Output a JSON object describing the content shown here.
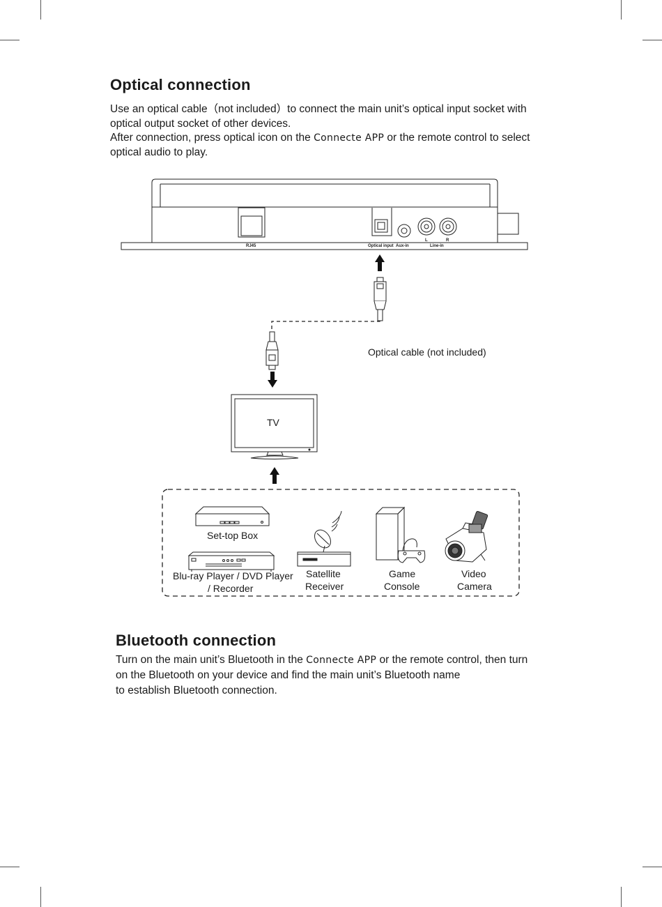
{
  "optical": {
    "title": "Optical connection",
    "p1_before": "Use an optical cable（not included）to connect the main unit’s optical input socket with",
    "p1_after": "optical output socket of other devices.",
    "p2_before": "After connection, press optical icon on the",
    "app_name": "Connecte APP",
    "p2_after": "or the remote control to select",
    "p2_end": "optical audio to play."
  },
  "diagram": {
    "ports": {
      "rj45": "RJ45",
      "optical_input": "Optical input",
      "aux_in": "Aux-in",
      "left": "L",
      "right": "R",
      "line_in": "Line-in"
    },
    "cable_label": "Optical cable (not included)",
    "tv_label": "TV",
    "devices": {
      "settop": "Set-top Box",
      "bluray_line1": "Blu-ray Player / DVD Player",
      "bluray_line2": "/ Recorder",
      "satellite_line1": "Satellite",
      "satellite_line2": "Receiver",
      "game_line1": "Game",
      "game_line2": "Console",
      "camera_line1": "Video",
      "camera_line2": "Camera"
    }
  },
  "bluetooth": {
    "title": "Bluetooth connection",
    "l1_before": "Turn on the main unit’s Bluetooth in the",
    "app_name": "Connecte APP",
    "l1_after": "or the remote control, then turn",
    "l2": "on the Bluetooth on your device and find the main unit’s Bluetooth name",
    "l3": "to establish Bluetooth connection."
  }
}
